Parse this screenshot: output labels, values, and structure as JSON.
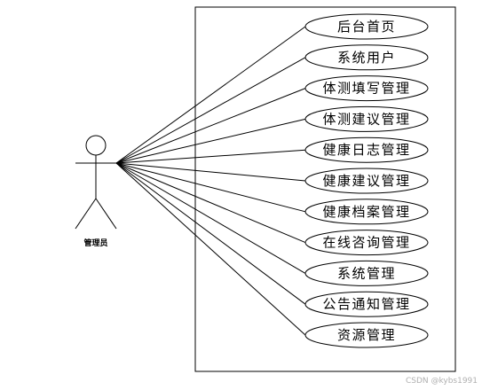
{
  "actor": {
    "label": "管理员"
  },
  "use_cases": [
    "后台首页",
    "系统用户",
    "体测填写管理",
    "体测建议管理",
    "健康日志管理",
    "健康建议管理",
    "健康档案管理",
    "在线咨询管理",
    "系统管理",
    "公告通知管理",
    "资源管理"
  ],
  "watermark": "CSDN @kybs1991"
}
